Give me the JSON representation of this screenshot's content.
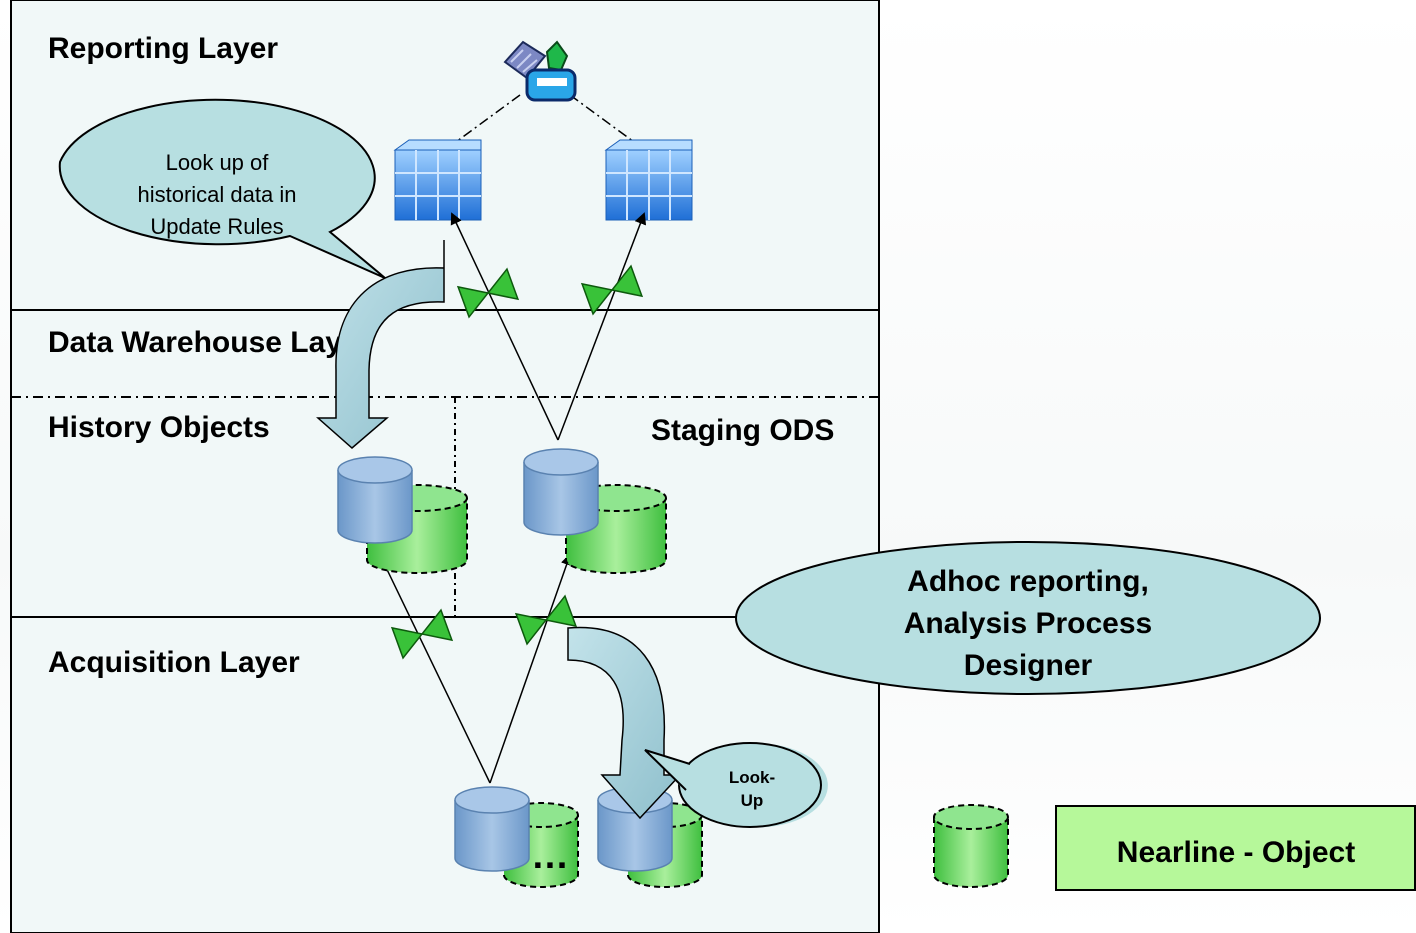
{
  "layers": {
    "reporting": "Reporting Layer",
    "data_warehouse": "Data Warehouse Layer",
    "history_objects": "History Objects",
    "staging_ods": "Staging ODS",
    "acquisition": "Acquisition Layer"
  },
  "callouts": {
    "historical_lookup": {
      "line1": "Look up of",
      "line2": "historical data in",
      "line3": "Update Rules"
    },
    "adhoc": {
      "line1": "Adhoc reporting,",
      "line2": "Analysis Process",
      "line3": "Designer"
    },
    "lookup": {
      "line1": "Look-",
      "line2": "Up"
    }
  },
  "ellipsis": "…",
  "legend": {
    "label": "Nearline -  Object"
  },
  "colors": {
    "layer_fill": "#f1f8f8",
    "callout_fill": "#b7dfe1",
    "db_blue": "#7aa3cf",
    "nearline_green": "#4cc64c",
    "legend_fill": "#b6f89a",
    "bowtie_green": "#39c239"
  },
  "icons": [
    "report-tool-icon",
    "infocube-icon",
    "database-icon",
    "nearline-database-icon",
    "transformation-bowtie-icon"
  ]
}
